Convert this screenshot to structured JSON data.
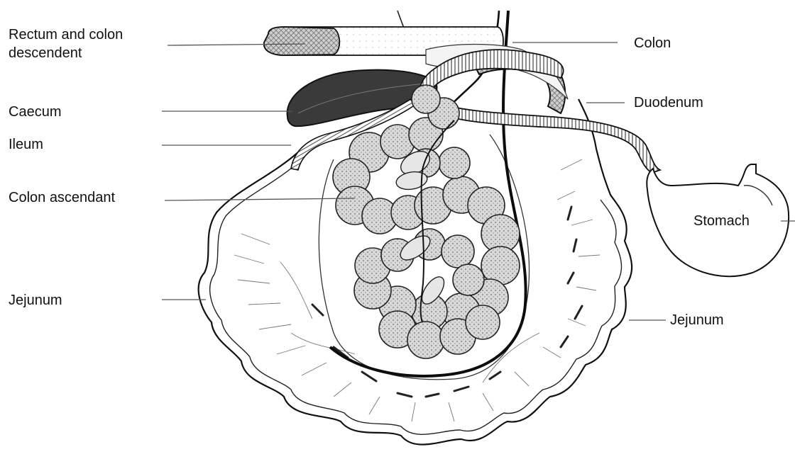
{
  "labels": {
    "rectum_colon_descendent": [
      "Rectum and colon",
      "descendent"
    ],
    "caecum": "Caecum",
    "ileum": "Ileum",
    "colon_ascendant": "Colon ascendant",
    "jejunum_left": "Jejunum",
    "colon": "Colon",
    "duodenum": "Duodenum",
    "stomach": "Stomach",
    "jejunum_right": "Jejunum"
  },
  "colors": {
    "ink": "#111111",
    "leader": "#555555",
    "hatch": "#888888",
    "dark_organ": "#3a3a3a",
    "loop_fill": "#bdbdbd"
  }
}
